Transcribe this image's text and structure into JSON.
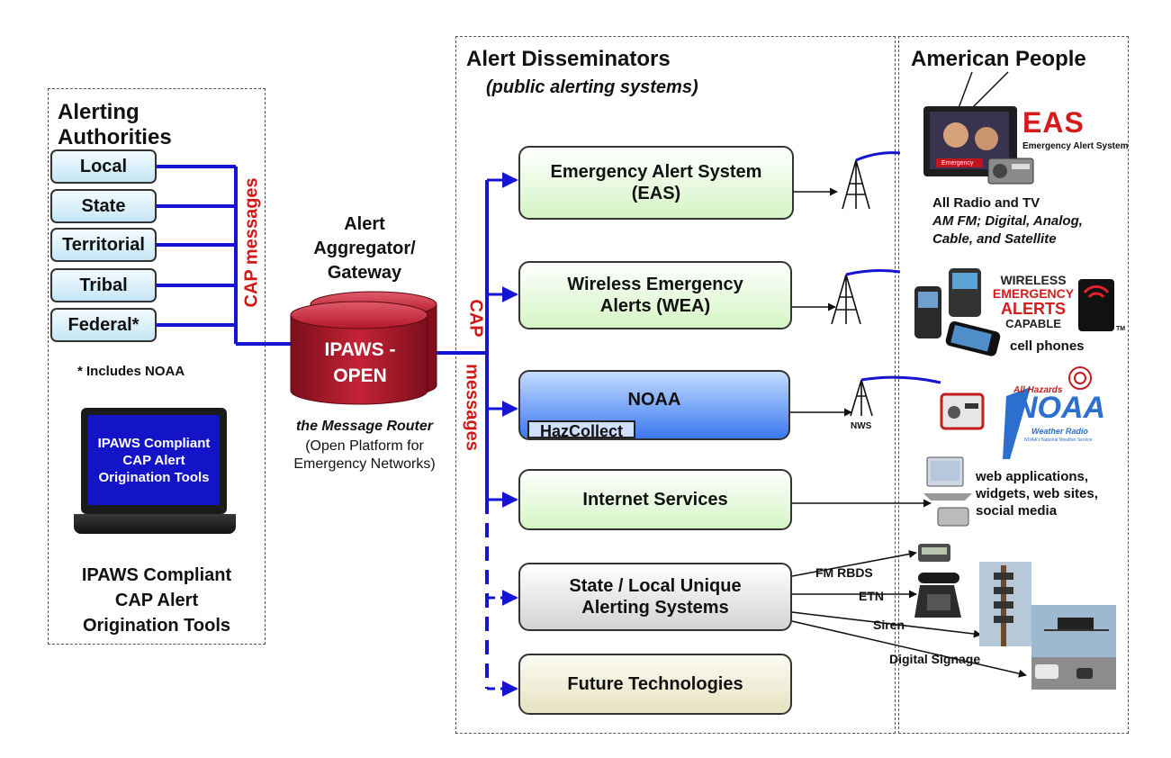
{
  "authorities": {
    "title": "Alerting Authorities",
    "items": [
      "Local",
      "State",
      "Territorial",
      "Tribal",
      "Federal*"
    ],
    "footnote": "* Includes NOAA",
    "laptop_screen": "IPAWS Compliant CAP Alert Origination Tools",
    "tools_caption_lines": [
      "IPAWS Compliant",
      "CAP Alert",
      "Origination Tools"
    ]
  },
  "cap_left": "CAP messages",
  "gateway": {
    "title_lines": [
      "Alert",
      "Aggregator/",
      "Gateway"
    ],
    "db_lines": [
      "IPAWS -",
      "OPEN"
    ],
    "router_label": "the Message Router",
    "router_desc_lines": [
      "(Open Platform for",
      "Emergency Networks)"
    ]
  },
  "cap_mid": {
    "word1": "CAP",
    "word2": "messages"
  },
  "disseminators": {
    "title": "Alert Disseminators",
    "subtitle": "(public alerting systems)",
    "systems": [
      {
        "name": "eas",
        "lines": [
          "Emergency Alert System",
          "(EAS)"
        ]
      },
      {
        "name": "wea",
        "lines": [
          "Wireless Emergency",
          "Alerts (WEA)"
        ]
      },
      {
        "name": "noaa",
        "lines": [
          "NOAA"
        ],
        "sublabel": "HazCollect"
      },
      {
        "name": "internet",
        "lines": [
          "Internet Services"
        ]
      },
      {
        "name": "state-local",
        "lines": [
          "State / Local Unique",
          "Alerting Systems"
        ]
      },
      {
        "name": "future",
        "lines": [
          "Future Technologies"
        ]
      }
    ]
  },
  "people": {
    "title": "American People",
    "eas_logo": "EAS",
    "eas_logo_sub": "Emergency Alert System",
    "tv_badge": "Emergency",
    "radio_tv_lines": [
      "All Radio and TV",
      "AM FM; Digital, Analog,",
      "Cable, and Satellite"
    ],
    "wea_logo_lines": [
      "WIRELESS",
      "EMERGENCY",
      "ALERTS",
      "CAPABLE"
    ],
    "wea_tm": "TM",
    "cell_phones": "cell phones",
    "noaa_logo_top": "All Hazards",
    "noaa_logo": "NOAA",
    "noaa_logo_sub": "Weather Radio",
    "noaa_logo_fine": "NOAA's National Weather Service",
    "nws": "NWS",
    "web_lines": [
      "web applications,",
      "widgets, web sites,",
      "social media"
    ],
    "state_outputs": [
      "FM RBDS",
      "ETN",
      "Siren",
      "Digital Signage"
    ]
  },
  "colors": {
    "connector_blue": "#1414d2",
    "cap_red": "#d01818",
    "db_red": "#b3182b",
    "noaa_blue": "#3a78ee"
  }
}
